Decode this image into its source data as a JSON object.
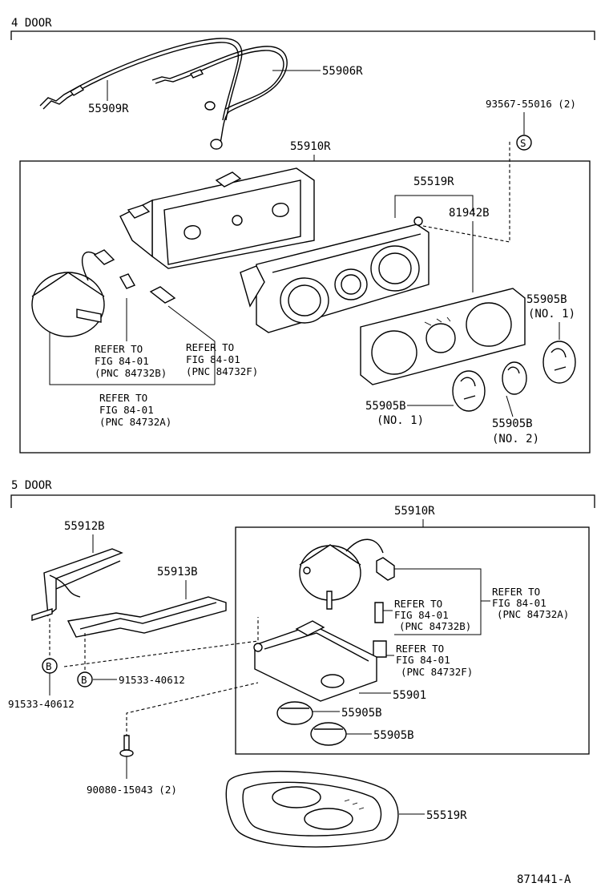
{
  "sections": {
    "four_door": "4 DOOR",
    "five_door": "5 DOOR"
  },
  "labels": {
    "p55906R": "55906R",
    "p55909R": "55909R",
    "p93567": "93567-55016 (2)",
    "mark_s": "S",
    "p55910R_a": "55910R",
    "p55519R_a": "55519R",
    "p81942B": "81942B",
    "p55905B_r": "55905B",
    "no1_r": "(NO. 1)",
    "p55905B_b1": "55905B",
    "no1_b": "(NO. 1)",
    "p55905B_b2": "55905B",
    "no2_b": "(NO. 2)",
    "ref1": [
      "REFER TO",
      "FIG 84-01",
      "(PNC 84732B)"
    ],
    "ref2": [
      "REFER TO",
      "FIG 84-01",
      "(PNC 84732F)"
    ],
    "ref3": [
      "REFER TO",
      "FIG 84-01",
      "(PNC 84732A)"
    ],
    "p55912B": "55912B",
    "p55913B": "55913B",
    "p55910R_b": "55910R",
    "mark_b1": "B",
    "mark_b2": "B",
    "p91533_r": "91533-40612",
    "p91533_l": "91533-40612",
    "ref4": [
      "REFER TO",
      "FIG 84-01",
      "(PNC 84732A)"
    ],
    "ref5": [
      "REFER TO",
      "FIG 84-01",
      "(PNC 84732B)"
    ],
    "ref6": [
      "REFER TO",
      "FIG 84-01",
      "(PNC 84732F)"
    ],
    "p55901": "55901",
    "p55905B_c1": "55905B",
    "p55905B_c2": "55905B",
    "p90080": "90080-15043 (2)",
    "p55519R_b": "55519R",
    "figure_id": "871441-A"
  }
}
